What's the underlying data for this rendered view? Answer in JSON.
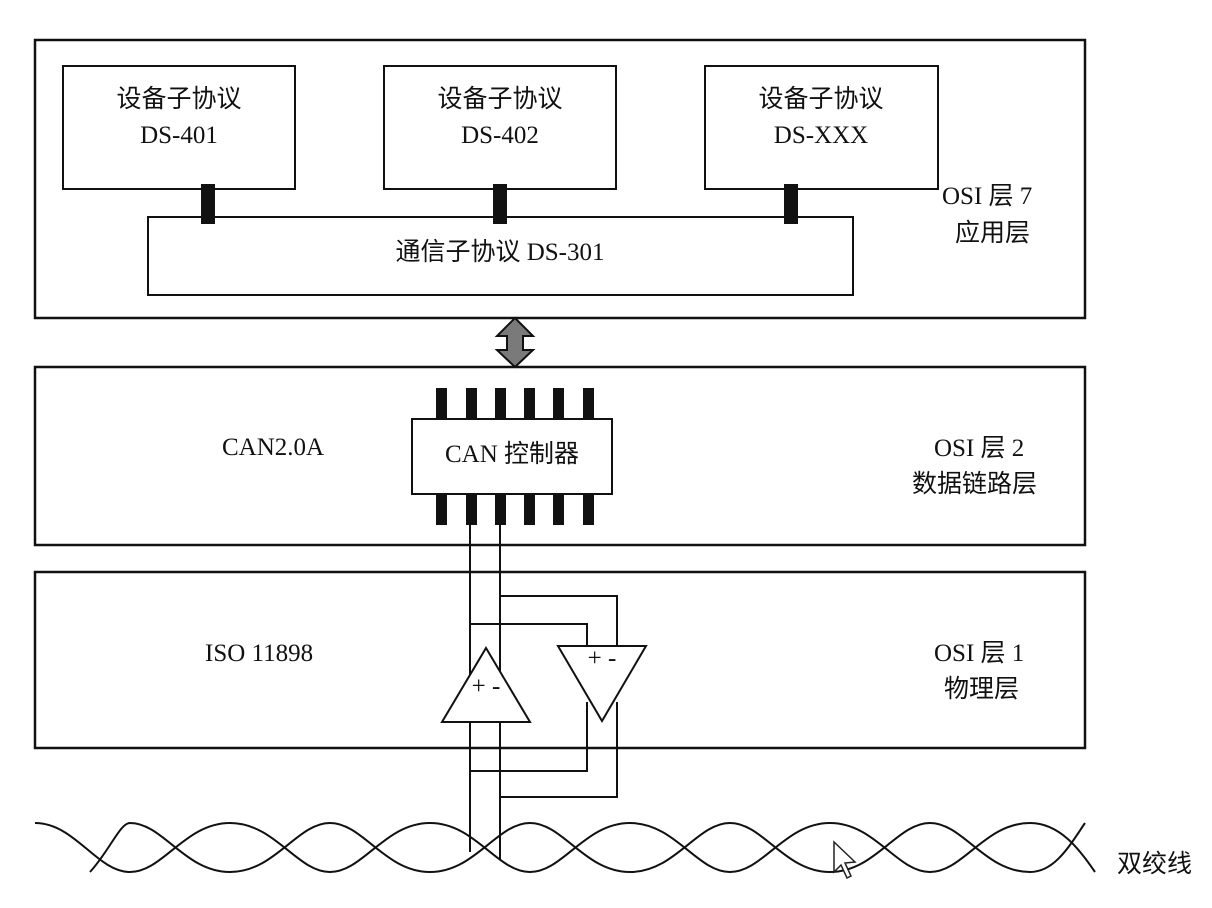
{
  "layers": {
    "application": {
      "osi_label": "OSI 层 7",
      "name": "应用层",
      "device_profiles": [
        {
          "line1": "设备子协议",
          "line2": "DS-401"
        },
        {
          "line1": "设备子协议",
          "line2": "DS-402"
        },
        {
          "line1": "设备子协议",
          "line2": "DS-XXX"
        }
      ],
      "comm_profile": "通信子协议  DS-301"
    },
    "datalink": {
      "osi_label": "OSI 层 2",
      "name": "数据链路层",
      "standard": "CAN2.0A",
      "controller": "CAN 控制器"
    },
    "physical": {
      "osi_label": "OSI 层 1",
      "name": "物理层",
      "standard": "ISO 11898",
      "amp_signs": [
        "+ -",
        "+ -"
      ]
    }
  },
  "twisted_pair_label": "双绞线",
  "colors": {
    "stroke": "#111111",
    "arrow_fill": "#7a7a7a"
  }
}
